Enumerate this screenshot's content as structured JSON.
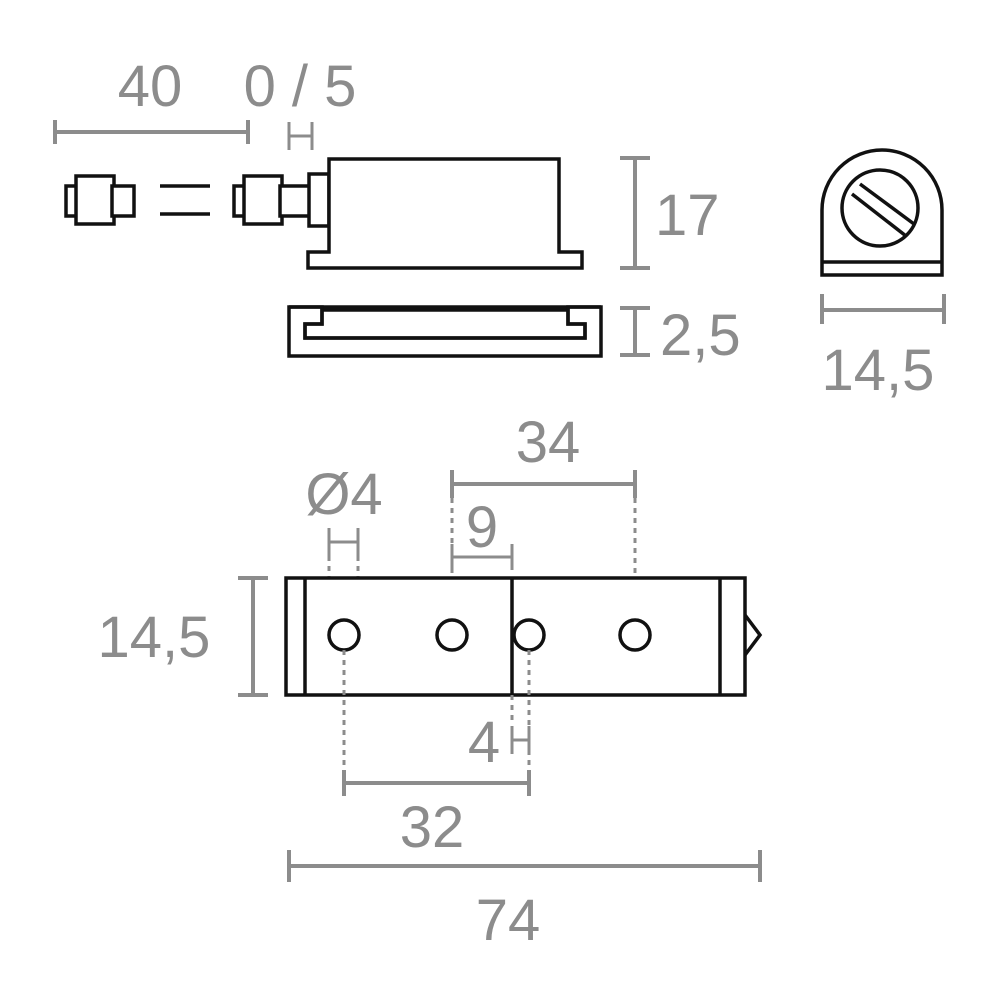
{
  "colors": {
    "dimension": "#8c8c8c",
    "outline": "#111111",
    "background": "#ffffff"
  },
  "dimensions": {
    "length_range": "40",
    "gap_range": "0 / 5",
    "magnet_height": "17",
    "plate_thickness": "2,5",
    "side_width": "14,5",
    "hole_spacing_34": "34",
    "hole_diameter": "Ø4",
    "hole_spacing_9": "9",
    "plate_width": "14,5",
    "offset_4": "4",
    "hole_spacing_32": "32",
    "total_length": "74"
  }
}
